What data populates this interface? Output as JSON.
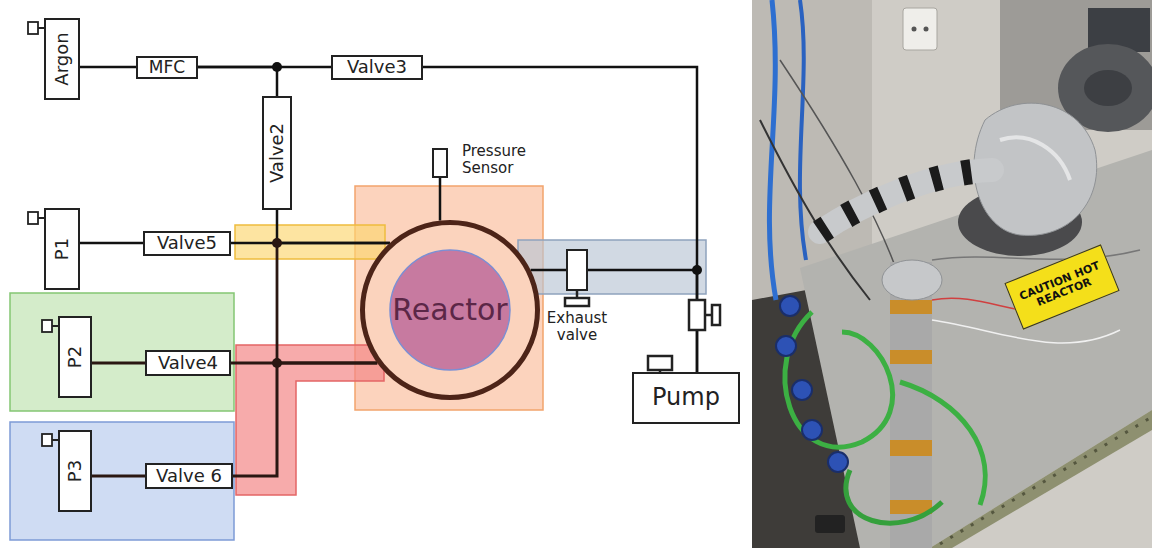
{
  "diagram": {
    "nodes": [
      {
        "text": [
          "Argon"
        ]
      },
      {
        "text": [
          "MFC"
        ]
      },
      {
        "text": [
          "Valve3"
        ]
      },
      {
        "text": [
          "Valve2"
        ]
      },
      {
        "text": [
          "Pressure Sensor"
        ]
      },
      {
        "text": [
          "P1"
        ]
      },
      {
        "text": [
          "Valve5"
        ]
      },
      {
        "text": [
          "Reactor"
        ]
      },
      {
        "text": [
          "Exhaust valve"
        ]
      },
      {
        "text": [
          "P2"
        ]
      },
      {
        "text": [
          "Valve4"
        ]
      },
      {
        "text": [
          "P3"
        ]
      },
      {
        "text": [
          "Valve 6"
        ]
      },
      {
        "text": [
          "Pump"
        ]
      },
      {
        "text": [
          "CAUTION HOT REACTOR"
        ]
      }
    ],
    "edges": [
      {
        "from": 0,
        "to": 1,
        "arrow": "none"
      },
      {
        "from": 1,
        "to": 2,
        "arrow": "none"
      },
      {
        "from": 1,
        "to": 3,
        "arrow": "none"
      },
      {
        "from": 2,
        "to": 13,
        "arrow": "none"
      },
      {
        "from": 4,
        "to": 7,
        "arrow": "none"
      },
      {
        "from": 5,
        "to": 6,
        "arrow": "none"
      },
      {
        "from": 6,
        "to": 7,
        "arrow": "none"
      },
      {
        "from": 3,
        "to": 7,
        "arrow": "none"
      },
      {
        "from": 7,
        "to": 8,
        "arrow": "none"
      },
      {
        "from": 8,
        "to": 13,
        "arrow": "none"
      },
      {
        "from": 9,
        "to": 10,
        "arrow": "none"
      },
      {
        "from": 10,
        "to": 7,
        "arrow": "none"
      },
      {
        "from": 11,
        "to": 12,
        "arrow": "none"
      },
      {
        "from": 12,
        "to": 7,
        "arrow": "none"
      }
    ]
  }
}
